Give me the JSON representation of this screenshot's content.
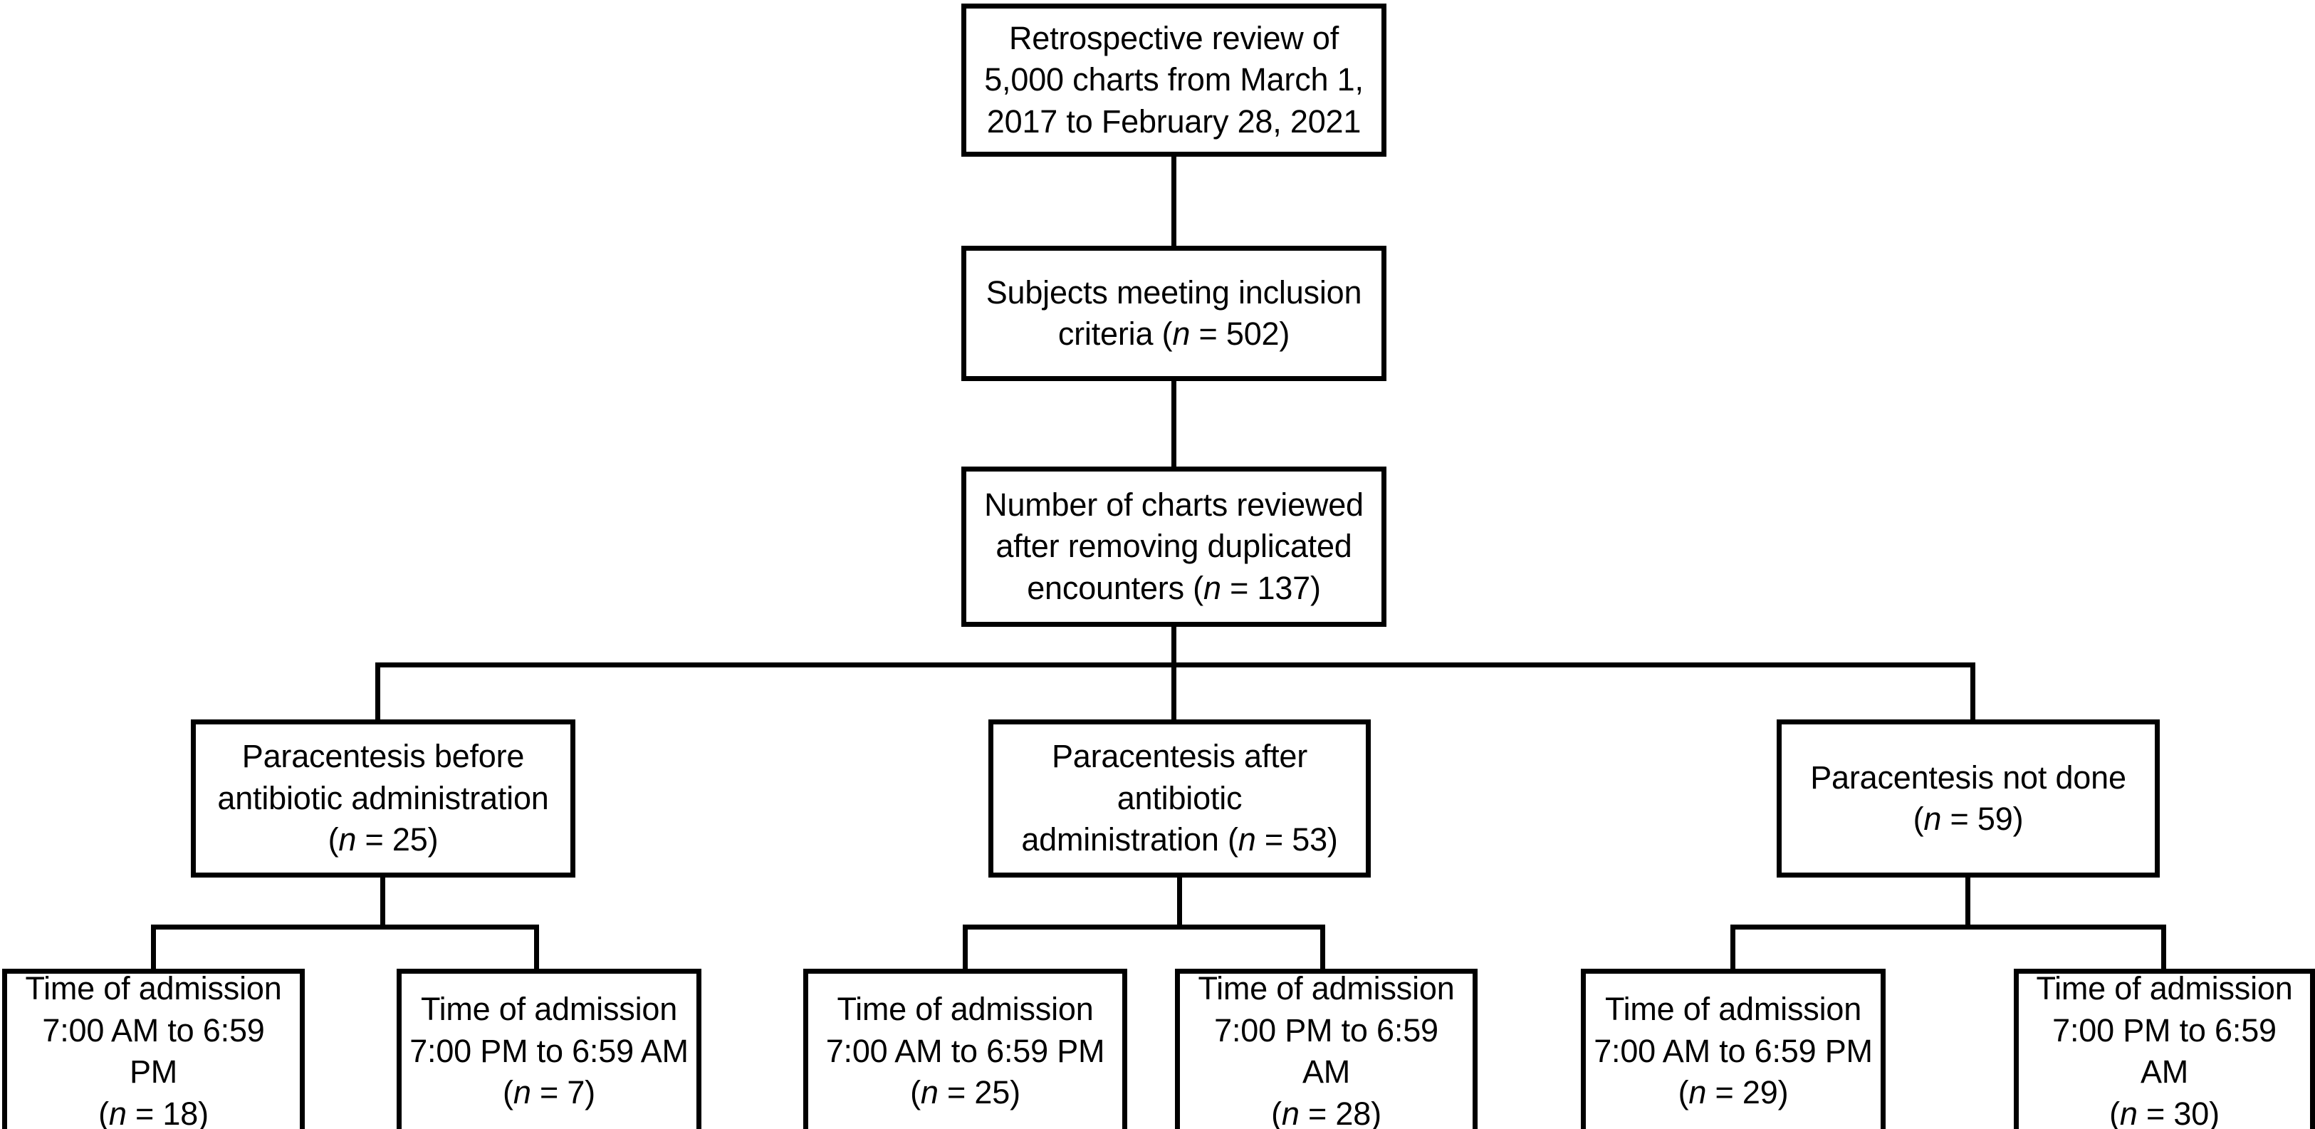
{
  "diagram": {
    "title": "Retrospective chart review study flow diagram",
    "type": "flowchart",
    "orientation": "top-down",
    "line_color": "#000000",
    "box_fill": "#ffffff",
    "text_color": "#000000"
  },
  "nodes": {
    "study_period": {
      "id": "study-period-box",
      "line1": "Retrospective review of",
      "line2": "5,000 charts from March 1,",
      "line3": "2017 to February 28, 2021",
      "total_charts": "5,000",
      "start_date": "March 1, 2017",
      "end_date": "February 28, 2021"
    },
    "inclusion": {
      "id": "inclusion-criteria-box",
      "line1": "Subjects meeting inclusion",
      "line2_prefix": "criteria (",
      "n_symbol": "n",
      "line2_mid": " = ",
      "n_value": "502",
      "line2_suffix": ")"
    },
    "deduplicated": {
      "id": "charts-reviewed-box",
      "line1": "Number of charts reviewed",
      "line2": "after removing duplicated",
      "line3_prefix": "encounters (",
      "n_symbol": "n",
      "line3_mid": " = ",
      "n_value": "137",
      "line3_suffix": ")"
    },
    "groups": [
      {
        "id": "paracentesis-before-antibiotics-box",
        "line1": "Paracentesis before",
        "line2": "antibiotic administration",
        "line3_prefix": "(",
        "n_symbol": "n",
        "line3_mid": " = ",
        "n_value": "25",
        "line3_suffix": ")"
      },
      {
        "id": "paracentesis-after-antibiotics-box",
        "line1": "Paracentesis after antibiotic",
        "line2_prefix": "administration (",
        "n_symbol": "n",
        "line2_mid": " = ",
        "n_value": "53",
        "line2_suffix": ")"
      },
      {
        "id": "paracentesis-not-done-box",
        "line1": "Paracentesis not done",
        "line2_prefix": "(",
        "n_symbol": "n",
        "line2_mid": " = ",
        "n_value": "59",
        "line2_suffix": ")"
      }
    ],
    "admission_times": [
      {
        "id": "admission-time-day-before-box",
        "line1": "Time of admission",
        "line2": "7:00 AM to 6:59 PM",
        "line3_prefix": "(",
        "n_symbol": "n",
        "line3_mid": " = ",
        "n_value": "18",
        "line3_suffix": ")"
      },
      {
        "id": "admission-time-night-before-box",
        "line1": "Time of admission",
        "line2": "7:00 PM to 6:59 AM",
        "line3_prefix": "(",
        "n_symbol": "n",
        "line3_mid": " = ",
        "n_value": "7",
        "line3_suffix": ")"
      },
      {
        "id": "admission-time-day-after-box",
        "line1": "Time of admission",
        "line2": "7:00 AM to 6:59 PM",
        "line3_prefix": "(",
        "n_symbol": "n",
        "line3_mid": " = ",
        "n_value": "25",
        "line3_suffix": ")"
      },
      {
        "id": "admission-time-night-after-box",
        "line1": "Time of admission",
        "line2": "7:00 PM to 6:59 AM",
        "line3_prefix": "(",
        "n_symbol": "n",
        "line3_mid": " = ",
        "n_value": "28",
        "line3_suffix": ")"
      },
      {
        "id": "admission-time-day-notdone-box",
        "line1": "Time of admission",
        "line2": "7:00 AM to 6:59 PM",
        "line3_prefix": "(",
        "n_symbol": "n",
        "line3_mid": " = ",
        "n_value": "29",
        "line3_suffix": ")"
      },
      {
        "id": "admission-time-night-notdone-box",
        "line1": "Time of admission",
        "line2": "7:00 PM to 6:59 AM",
        "line3_prefix": "(",
        "n_symbol": "n",
        "line3_mid": " = ",
        "n_value": "30",
        "line3_suffix": ")"
      }
    ]
  }
}
